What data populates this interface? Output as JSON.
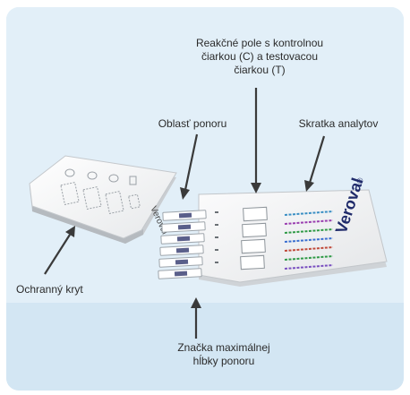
{
  "labels": {
    "reaction_field": [
      "Reakčné pole s kontrolnou",
      "čiarkou (C) a testovacou",
      "čiarkou (T)"
    ],
    "dip_area": "Oblasť ponoru",
    "analyte_abbrev": "Skratka analytov",
    "protective_cover": "Ochranný kryt",
    "max_dip_mark": [
      "Značka maximálnej",
      "hĺbky ponoru"
    ]
  },
  "brand": {
    "name": "Veroval",
    "registered": "®"
  },
  "colors": {
    "background_top": "#e2eff8",
    "background_bottom": "#d3e6f3",
    "device": "#f4f5f6",
    "arrow": "#3a3a3a",
    "text": "#2b2b2b"
  }
}
